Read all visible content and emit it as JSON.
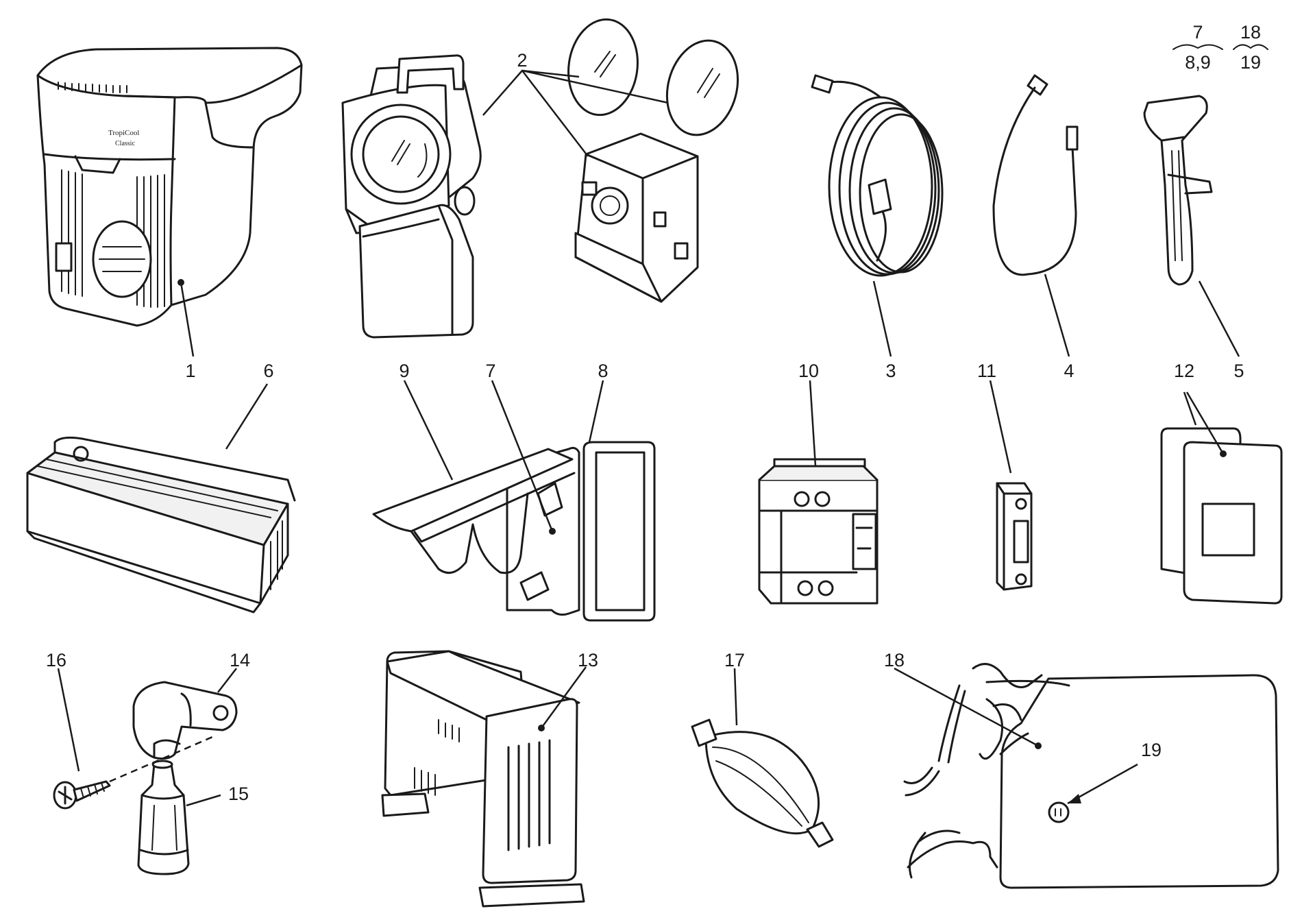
{
  "callouts": {
    "n1": "1",
    "n2": "2",
    "n3": "3",
    "n4": "4",
    "n5": "5",
    "n6": "6",
    "n7": "7",
    "n8": "8",
    "n9": "9",
    "n10": "10",
    "n11": "11",
    "n12": "12",
    "n13": "13",
    "n14": "14",
    "n15": "15",
    "n16": "16",
    "n17": "17",
    "n18": "18",
    "n19": "19"
  },
  "key": {
    "top_left": "7",
    "bottom_left": "8,9",
    "top_right": "18",
    "bottom_right": "19"
  },
  "labels": {
    "cooler_brand": "TropiCool",
    "cooler_model": "Classic"
  }
}
